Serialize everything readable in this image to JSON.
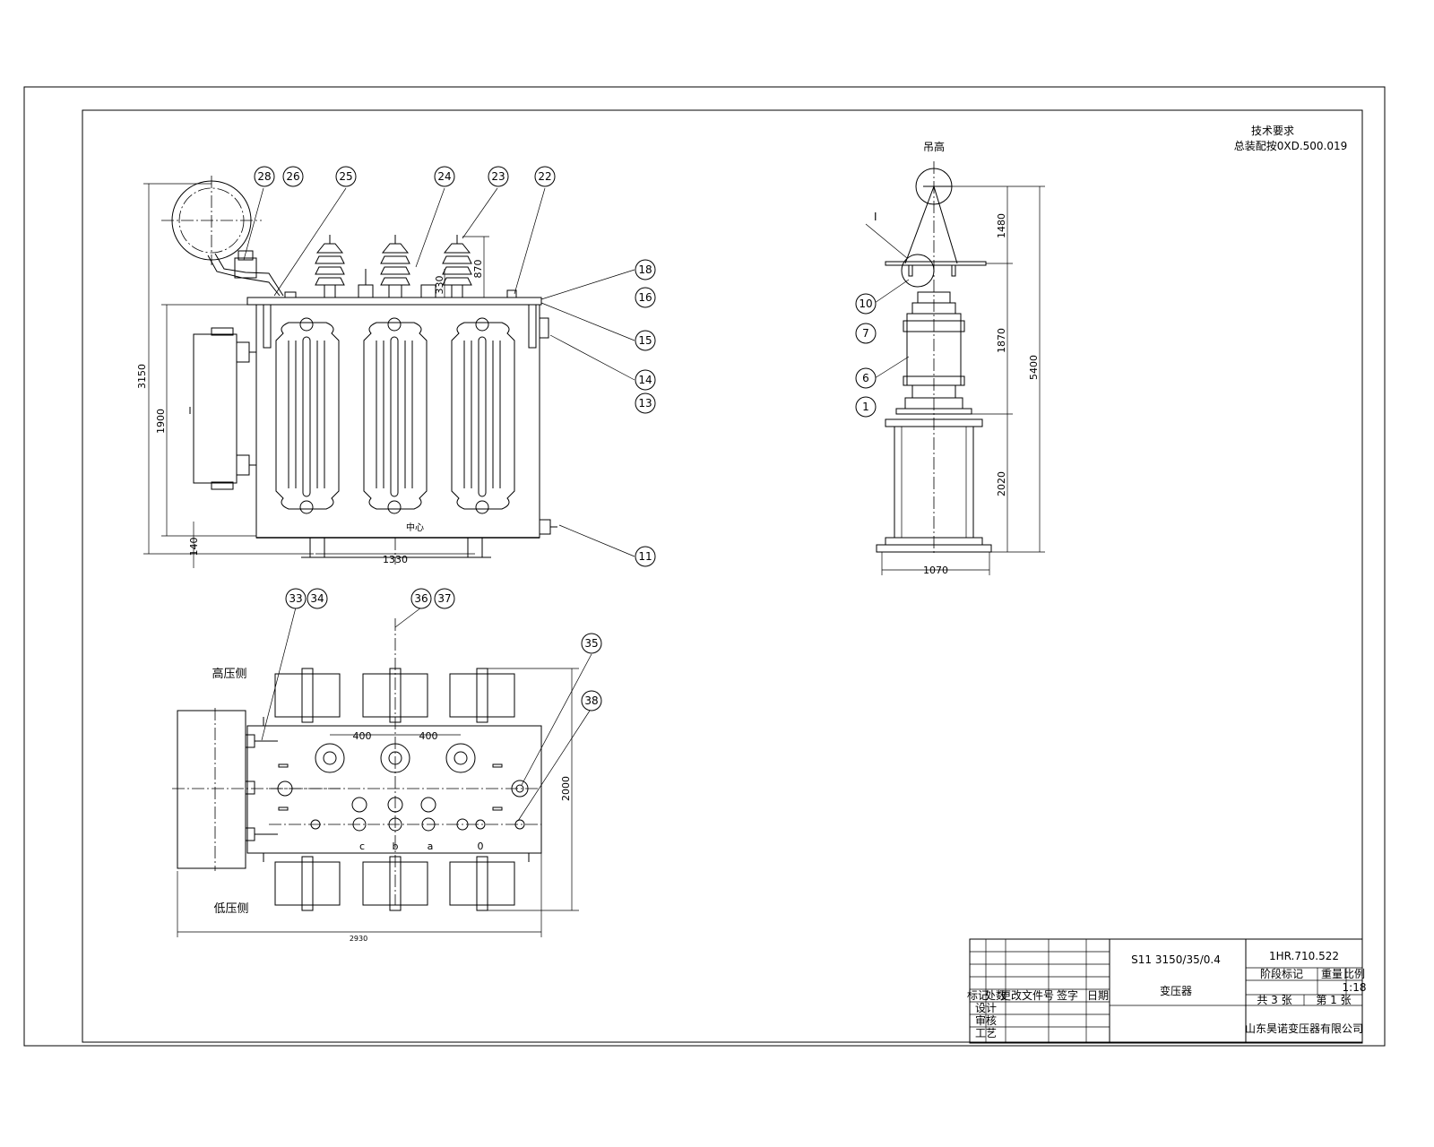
{
  "drawing": {
    "requirements": {
      "title": "技术要求",
      "line1": "总装配按0XD.500.019"
    },
    "side_view": {
      "label_hv": "高压侧",
      "label_lv": "低压侧",
      "label_center": "中心",
      "label_i": "I"
    },
    "plan_view": {
      "dim_400_a": "400",
      "dim_400_b": "400",
      "phase_labels": [
        "c",
        "b",
        "a",
        "0"
      ]
    },
    "dims": {
      "overall_height_left": "3150",
      "tank_height": "1900",
      "base_height": "140",
      "bushing_a": "870",
      "bushing_b": "330",
      "lift_1480": "1480",
      "lift_1870": "1870",
      "lift_2020": "2020",
      "lift_total": "5400",
      "lift_base_width": "1070",
      "plan_width": "2930",
      "plan_depth": "2000",
      "base_width": "1330"
    },
    "balloons": [
      "28",
      "26",
      "25",
      "24",
      "23",
      "22",
      "18",
      "16",
      "15",
      "14",
      "13",
      "11",
      "33",
      "34",
      "36",
      "37",
      "35",
      "38",
      "10",
      "7",
      "6",
      "1"
    ],
    "lifting_view": {
      "top_label": "吊高"
    }
  },
  "title_block": {
    "model": "S11 3150/35/0.4",
    "name": "变压器",
    "drawing_no": "1HR.710.522",
    "scale_header": "比例",
    "scale": "1:18",
    "sheet_total": "共 3 张",
    "sheet_no": "第 1 张",
    "company": "山东昊诺变压器有限公司",
    "rev_headers": [
      "标记",
      "处数",
      "更改文件号",
      "签字",
      "日期"
    ],
    "roles": [
      "设计",
      "审核",
      "工艺"
    ],
    "marks_header": [
      "阶段标记",
      "重量",
      "比例"
    ]
  }
}
